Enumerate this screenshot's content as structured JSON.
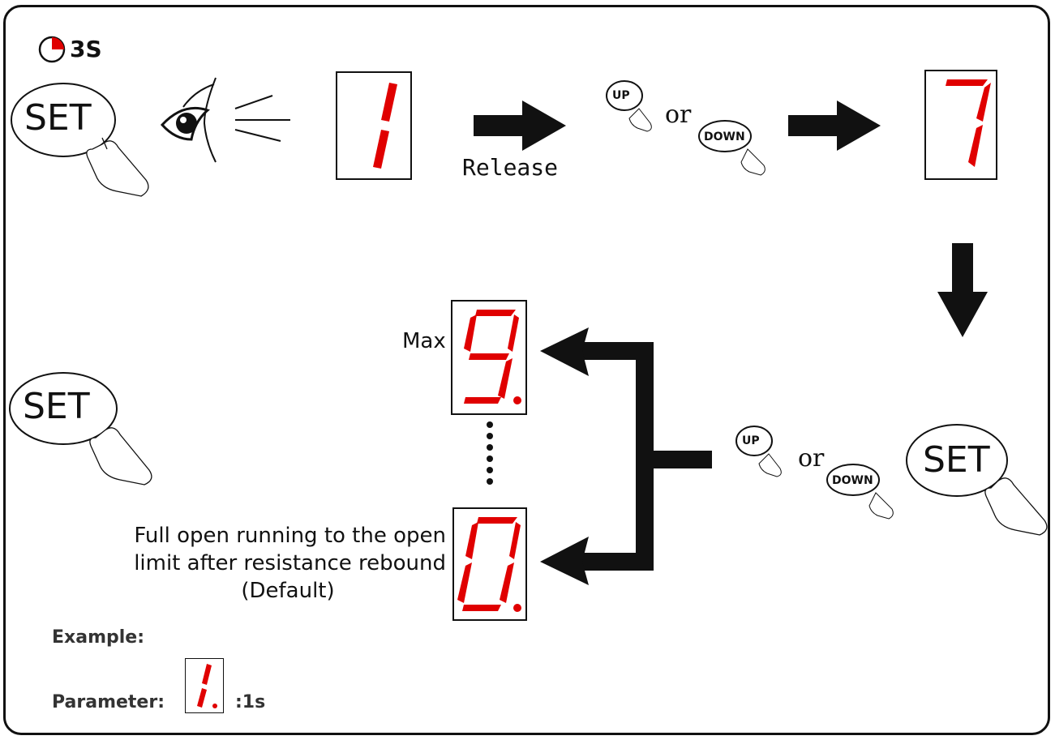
{
  "header": {
    "timer_label": "3S"
  },
  "labels": {
    "set": "SET",
    "up": "UP",
    "down": "DOWN",
    "or": "or",
    "release": "Release",
    "max": "Max",
    "default_desc_line1": "Full open running to the open",
    "default_desc_line2": "limit after resistance rebound",
    "default_desc_line3": "(Default)",
    "example": "Example:",
    "parameter": "Parameter:",
    "parameter_value": ":1s"
  },
  "displays": {
    "first_digit": "1",
    "second_digit": "7",
    "max_digit": "9.",
    "min_digit": "0.",
    "example_digit": "1."
  },
  "colors": {
    "segment": "#e00000",
    "ink": "#111111"
  }
}
